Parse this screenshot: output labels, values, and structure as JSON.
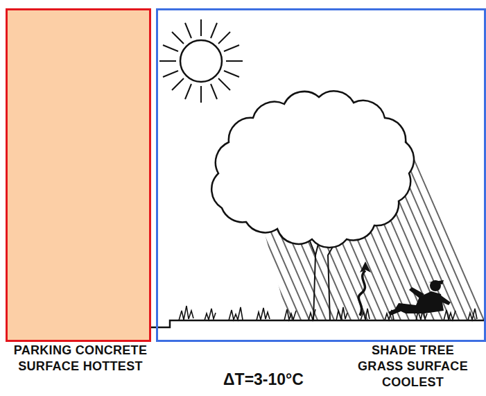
{
  "diagram": {
    "nodes": [
      {
        "text": [
          "PARKING CONCRETE SURFACE HOTTEST"
        ]
      },
      {
        "text": [
          "SHADE TREE GRASS SURFACE COOLEST"
        ]
      }
    ],
    "labels": [
      "ΔT=3-10°C"
    ]
  }
}
